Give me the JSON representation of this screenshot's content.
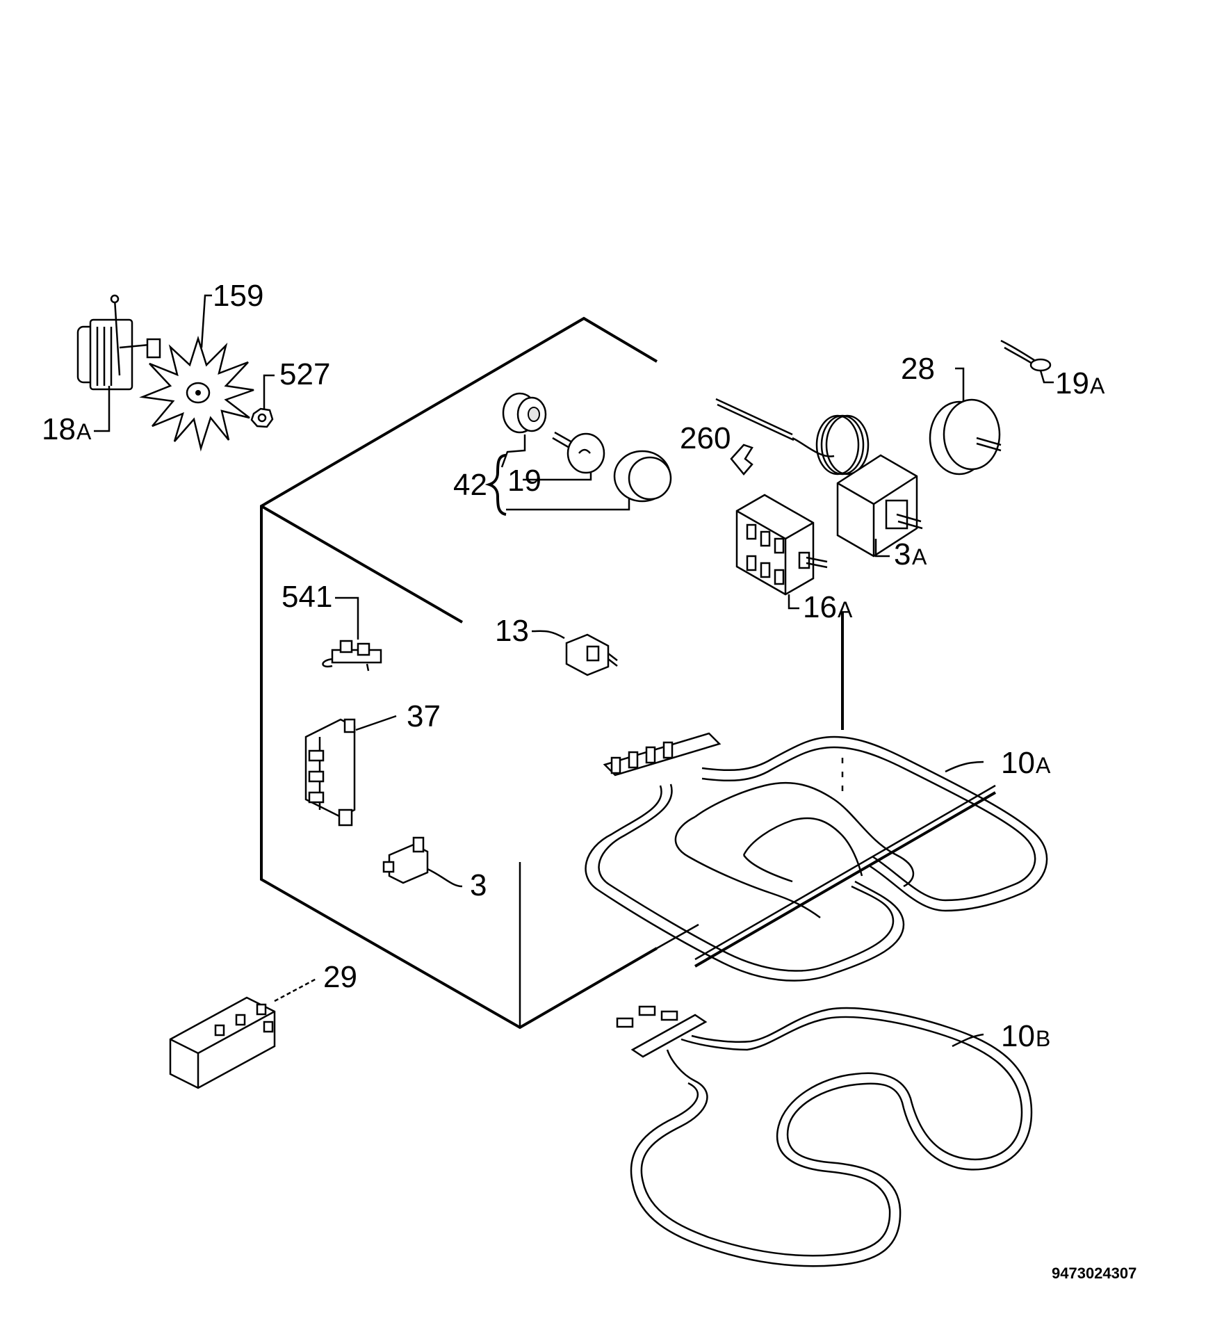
{
  "diagram_code": "9473024307",
  "labels": {
    "l159": "159",
    "l527": "527",
    "l18a": "18",
    "l18a_s": "A",
    "l28": "28",
    "l19a": "19",
    "l19a_s": "A",
    "l260": "260",
    "l42": "42",
    "l19": "19",
    "l3a": "3",
    "l3a_s": "A",
    "l16a": "16",
    "l16a_s": "A",
    "l541": "541",
    "l13": "13",
    "l37": "37",
    "l10a": "10",
    "l10a_s": "A",
    "l3": "3",
    "l29": "29",
    "l10b": "10",
    "l10b_s": "B"
  }
}
